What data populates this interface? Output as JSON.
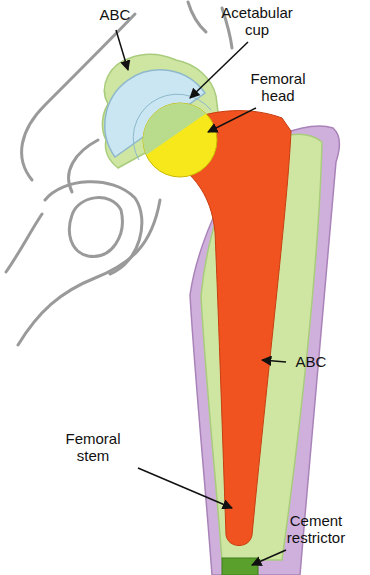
{
  "diagram": {
    "labels": [
      "ABC",
      "Acetabular cup",
      "Femoral head",
      "Femoral stem",
      "ABC",
      "Cement restrictor"
    ]
  }
}
